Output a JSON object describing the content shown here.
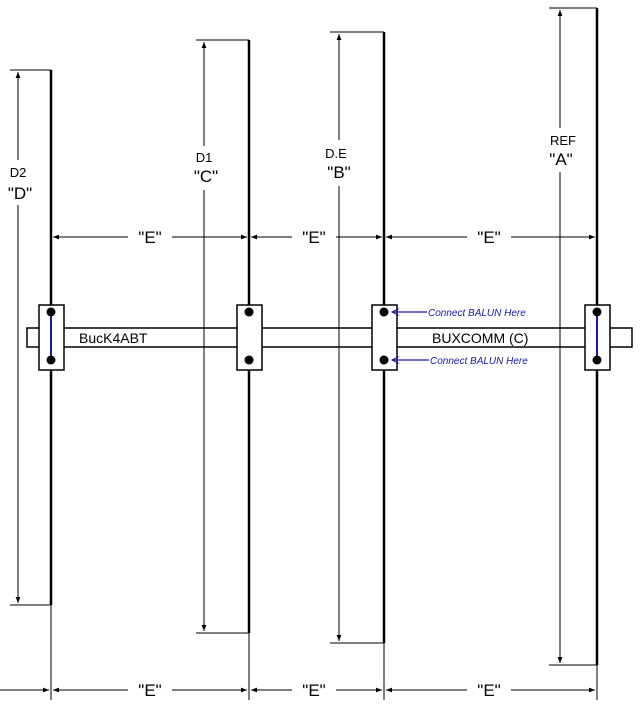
{
  "colors": {
    "ink": "#000000",
    "note": "#1a1aa6",
    "dipole": "#1a1aa6",
    "background": "#ffffff"
  },
  "elements": [
    {
      "caption": "D2",
      "letter": "\"D\""
    },
    {
      "caption": "D1",
      "letter": "\"C\""
    },
    {
      "caption": "D.E",
      "letter": "\"B\""
    },
    {
      "caption": "REF",
      "letter": "\"A\""
    }
  ],
  "spacing_label": "\"E\"",
  "boom": {
    "left_label": "BucK4ABT",
    "right_label": "BUXCOMM (C)"
  },
  "notes": {
    "top": "Connect BALUN Here",
    "bottom": "Connect BALUN Here"
  }
}
